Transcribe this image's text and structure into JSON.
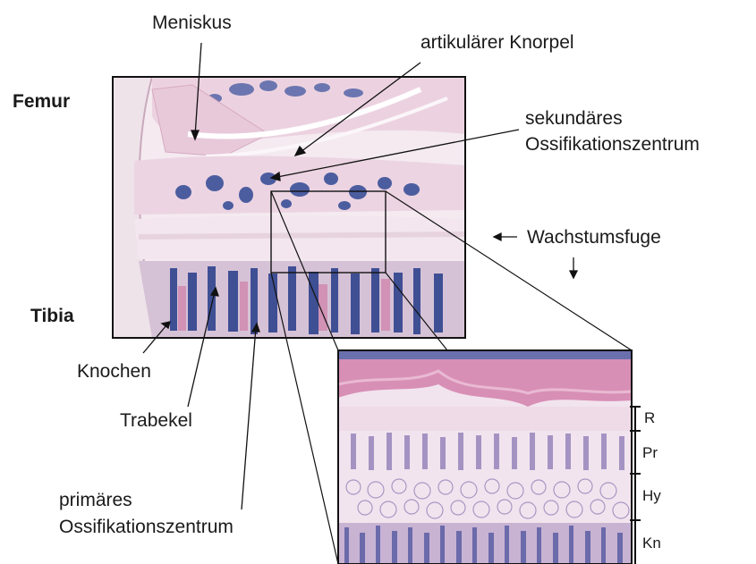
{
  "labels": {
    "meniskus": "Meniskus",
    "artikularer_knorpel": "artikulärer Knorpel",
    "femur": "Femur",
    "sekundares_line1": "sekundäres",
    "sekundares_line2": "Ossifikationszentrum",
    "wachstumsfuge": "Wachstumsfuge",
    "tibia": "Tibia",
    "knochen": "Knochen",
    "trabekel": "Trabekel",
    "primares_line1": "primäres",
    "primares_line2": "Ossifikationszentrum"
  },
  "zones": [
    "R",
    "Pr",
    "Hy",
    "Kn"
  ],
  "colors": {
    "tissue_background": "#f1e4ec",
    "cartilage_pink": "#e7c9da",
    "bone_pink": "#d792b4",
    "marrow_blue": "#4d5a9a",
    "frame": "#111111"
  }
}
